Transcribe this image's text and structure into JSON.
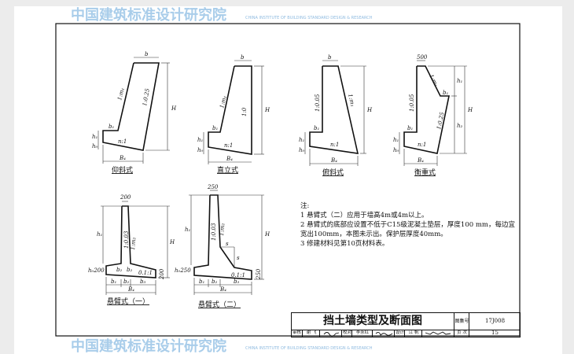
{
  "watermark": {
    "text": "中国建筑标准设计研究院",
    "subtext": "CHINA INSTITUTE OF BUILDING STANDARD DESIGN & RESEARCH"
  },
  "figures": [
    {
      "caption": "仰斜式",
      "labels": {
        "b": "b",
        "slope_front": "1:m₁",
        "slope_back": "1:0.25",
        "H": "H",
        "b1": "b₁",
        "h1": "h₁",
        "h0": "h₀",
        "n": "n:1",
        "B4": "B₄"
      }
    },
    {
      "caption": "直立式",
      "labels": {
        "b": "b",
        "slope_front": "1:m₁",
        "slope_back": "1:0",
        "H": "H",
        "b1": "b₁",
        "h1": "h₁",
        "h0": "h₀",
        "n": "n:1",
        "B4": "B₄"
      }
    },
    {
      "caption": "俯斜式",
      "labels": {
        "b": "b",
        "slope_front": "1:0.05",
        "slope_back": "1:m₁",
        "H": "H",
        "b1": "b₁",
        "h1": "h₁",
        "h0": "h₀",
        "n": "n:1",
        "B4": "B₄"
      }
    },
    {
      "caption": "衡重式",
      "labels": {
        "b": "500",
        "slope_front": "1:0.05",
        "slope_upper": "1:m₁",
        "slope_lower": "1:0.25",
        "H": "H",
        "H1": "h₁",
        "H2": "h₂",
        "b1": "b₁",
        "b1_ledge": "b₁",
        "h1": "h₁",
        "h0": "h₀",
        "n": "n:1",
        "B4": "B₄"
      }
    },
    {
      "caption": "悬臂式（一）",
      "labels": {
        "top": "200",
        "h1": "h₁",
        "slope": "1:0.03",
        "slope2": "1:m₂",
        "H": "H",
        "h0": "h₀200",
        "b1": "b₁",
        "b2": "b₂",
        "b3": "b₃",
        "B4": "B₄",
        "heel": "200",
        "base": "0.1:1",
        "c1": "b₂",
        "c2": "b₂"
      }
    },
    {
      "caption": "悬臂式（二）",
      "labels": {
        "top": "250",
        "h1": "h₁",
        "slope": "1:0.03",
        "slope2": "1:m₂",
        "H": "H",
        "h0": "h₀250",
        "b1": "b₁",
        "b2": "b₂",
        "b3": "b₃",
        "B4": "B₄",
        "heel": "250",
        "base": "0.1:1",
        "s1": "s",
        "s2": "s"
      }
    }
  ],
  "notes": {
    "title": "注:",
    "items": [
      "1  悬臂式（二）应用于墙高4m或4m以上。",
      "2  悬臂式的底部应设置不低于C15级泥凝土垫层，厚度100 mm，每边宜宽出100mm，本图未示出。保护层厚度40mm。",
      "3  修建材料见第10页材料表。"
    ]
  },
  "title_block": {
    "title": "挡土墙类型及断面图",
    "atlas_label": "图集号",
    "atlas_no": "17J008",
    "page_label": "页 次",
    "page_no": "15",
    "review_label": "审核",
    "reviewer": "谢 飞",
    "check_label": "校对",
    "checker": "李永红",
    "design_label": "设计",
    "designer": "江 帆"
  }
}
